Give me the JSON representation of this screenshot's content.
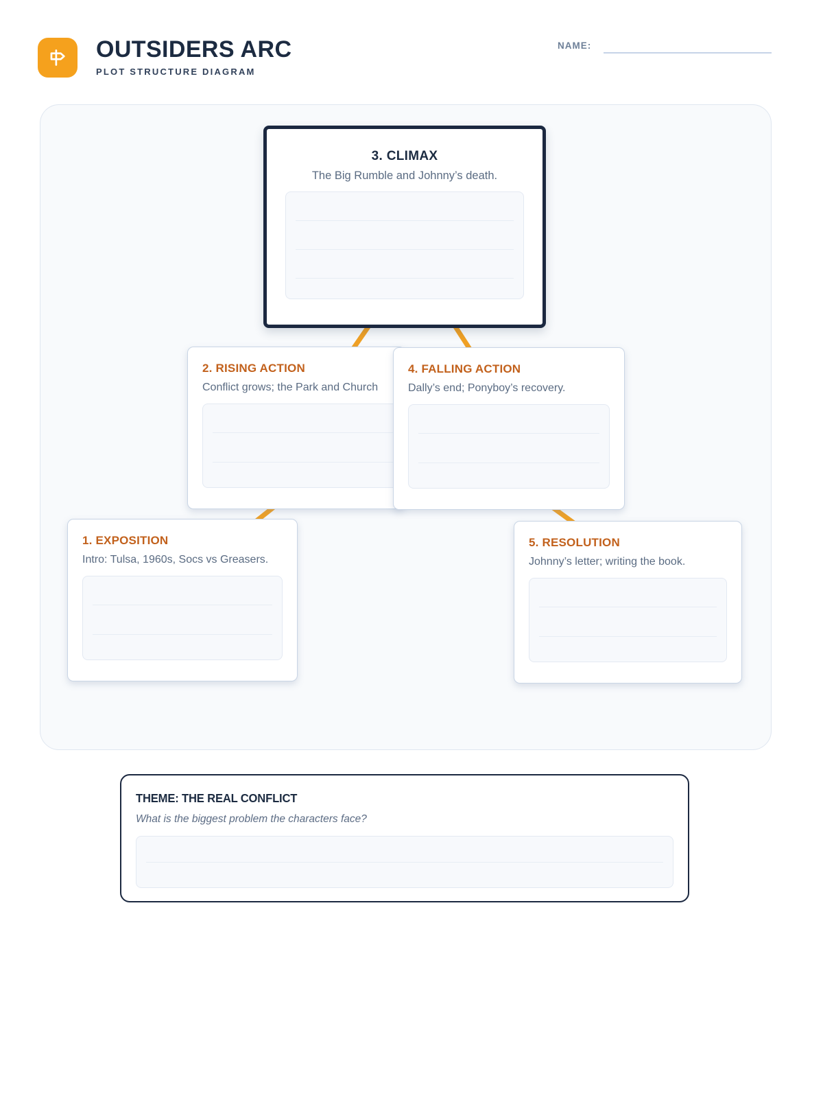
{
  "header": {
    "title": "OUTSIDERS ARC",
    "subtitle": "PLOT STRUCTURE DIAGRAM",
    "name_label": "NAME:",
    "logo_icon": "signpost-icon"
  },
  "diagram": {
    "stages": [
      {
        "id": "exposition",
        "label": "1. EXPOSITION",
        "description": "Intro: Tulsa, 1960s, Socs vs Greasers.",
        "ruled_lines": 2,
        "emphasized": false
      },
      {
        "id": "rising-action",
        "label": "2. RISING ACTION",
        "description": "Conflict grows; the Park and Church",
        "ruled_lines": 2,
        "emphasized": false
      },
      {
        "id": "climax",
        "label": "3. CLIMAX",
        "description": "The Big Rumble and Johnny’s death.",
        "ruled_lines": 3,
        "emphasized": true
      },
      {
        "id": "falling-action",
        "label": "4. FALLING ACTION",
        "description": "Dally’s end; Ponyboy’s recovery.",
        "ruled_lines": 2,
        "emphasized": false
      },
      {
        "id": "resolution",
        "label": "5. RESOLUTION",
        "description": "Johnny’s letter; writing the book.",
        "ruled_lines": 2,
        "emphasized": false
      }
    ]
  },
  "theme_section": {
    "title": "THEME: THE REAL CONFLICT",
    "question": "What is the biggest problem the characters face?",
    "ruled_lines": 1
  },
  "colors": {
    "accent_orange": "#F5A11D",
    "connector_orange": "#F0A125",
    "stage_heading_orange": "#C2611C",
    "navy": "#1C2B41",
    "muted_text": "#5A6B82",
    "panel_background": "#F8FAFC",
    "panel_border": "#DFE6F0",
    "box_border": "#C9D5E5",
    "writing_area_background": "#F7F9FC",
    "writing_area_border": "#E3E9F2",
    "ruled_line": "#E7EDF4"
  }
}
